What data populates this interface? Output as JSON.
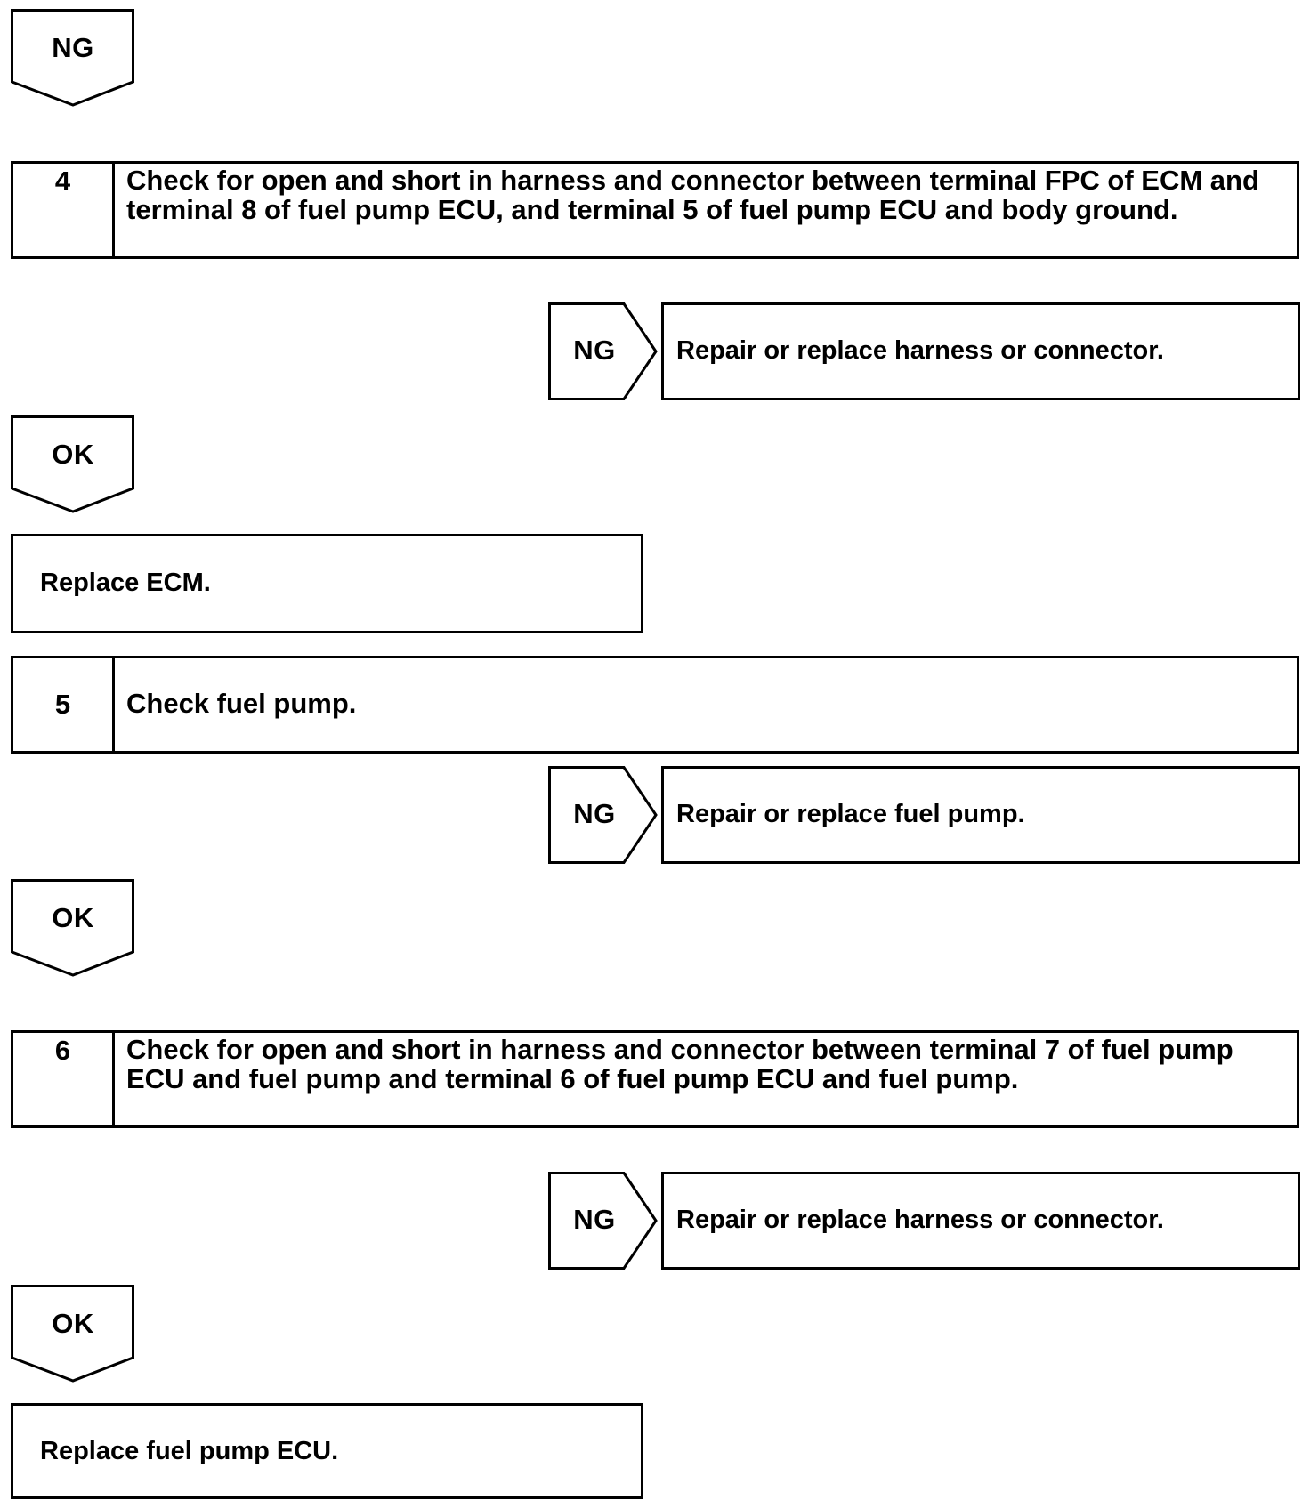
{
  "flow": {
    "top_branch": "NG",
    "step4": {
      "number": "4",
      "text": "Check for open and short in harness and connector between terminal FPC of ECM and terminal 8 of fuel pump ECU, and terminal 5 of fuel pump ECU and body ground.",
      "ng_label": "NG",
      "ng_action": "Repair or replace harness or connector.",
      "ok_label": "OK",
      "ok_action": "Replace ECM."
    },
    "step5": {
      "number": "5",
      "text": "Check fuel pump.",
      "ng_label": "NG",
      "ng_action": "Repair or replace fuel pump.",
      "ok_label": "OK"
    },
    "step6": {
      "number": "6",
      "text": "Check for open and short in harness and connector between terminal 7 of fuel pump ECU and fuel pump and terminal 6 of fuel pump ECU and fuel pump.",
      "ng_label": "NG",
      "ng_action": "Repair or replace harness or connector.",
      "ok_label": "OK",
      "ok_action": "Replace fuel pump ECU."
    }
  }
}
